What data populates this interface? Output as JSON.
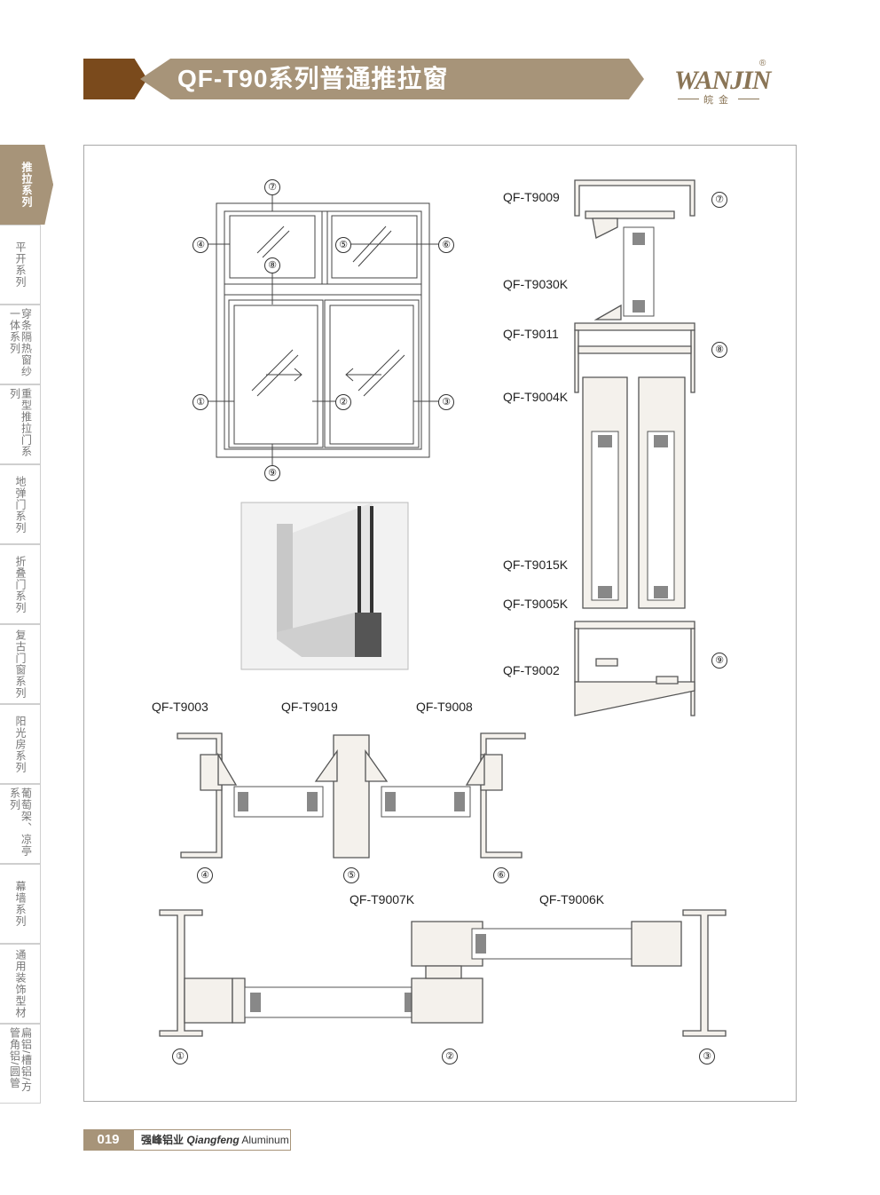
{
  "header": {
    "title": "QF-T90系列普通推拉窗"
  },
  "logo": {
    "word": "WANJIN",
    "registered": "®",
    "cn": "皖金"
  },
  "sidebar": {
    "items": [
      {
        "label": "推拉系列",
        "active": true
      },
      {
        "label": "平开系列"
      },
      {
        "label": "穿条隔热窗纱一体系列"
      },
      {
        "label": "重型推拉门系列"
      },
      {
        "label": "地弹门系列"
      },
      {
        "label": "折叠门系列"
      },
      {
        "label": "复古门窗系列"
      },
      {
        "label": "阳光房系列"
      },
      {
        "label": "葡萄架、凉亭系列"
      },
      {
        "label": "幕墙系列"
      },
      {
        "label": "通用装饰型材"
      },
      {
        "label": "扁铝/槽铝/方管角铝/圆管"
      }
    ]
  },
  "elevation": {
    "markers": [
      "①",
      "②",
      "③",
      "④",
      "⑤",
      "⑥",
      "⑦",
      "⑧",
      "⑨"
    ]
  },
  "vertical_section": {
    "labels": [
      "QF-T9009",
      "QF-T9030K",
      "QF-T9011",
      "QF-T9004K",
      "QF-T9015K",
      "QF-T9005K",
      "QF-T9002"
    ],
    "markers": [
      "⑦",
      "⑧",
      "⑨"
    ]
  },
  "top_sections": {
    "labels": [
      "QF-T9003",
      "QF-T9019",
      "QF-T9008"
    ],
    "markers": [
      "④",
      "⑤",
      "⑥"
    ]
  },
  "bottom_sections": {
    "labels": [
      "QF-T9007K",
      "QF-T9006K"
    ],
    "markers": [
      "①",
      "②",
      "③"
    ]
  },
  "footer": {
    "page": "019",
    "brand_cn": "强峰铝业",
    "brand_en1": "Qiangfeng",
    "brand_en2": "Aluminum"
  }
}
